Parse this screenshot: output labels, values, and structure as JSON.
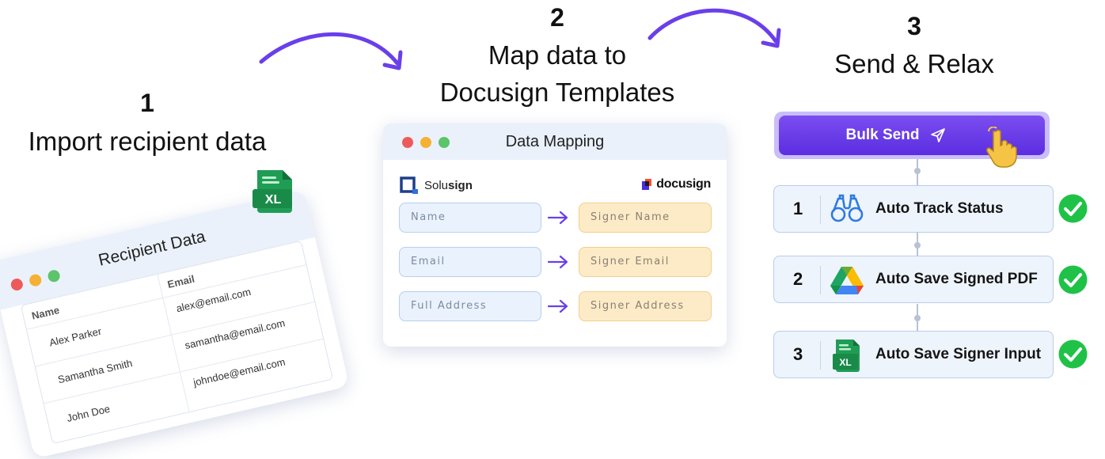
{
  "step1": {
    "number": "1",
    "title": "Import recipient data"
  },
  "step2": {
    "number": "2",
    "title_line1": "Map data to",
    "title_line2": "Docusign Templates"
  },
  "step3": {
    "number": "3",
    "title": "Send & Relax"
  },
  "recipient_card": {
    "title": "Recipient Data",
    "columns": [
      "Name",
      "Email"
    ],
    "rows": [
      {
        "name": "Alex Parker",
        "email": "alex@email.com"
      },
      {
        "name": "Samantha Smith",
        "email": "samantha@email.com"
      },
      {
        "name": "John Doe",
        "email": "johndoe@email.com"
      }
    ],
    "file_badge": "XL"
  },
  "mapping_card": {
    "title": "Data Mapping",
    "source_logo_prefix": "Solu",
    "source_logo_suffix": "sign",
    "target_logo": "docusign",
    "mappings": [
      {
        "source": "Name",
        "target": "Signer Name"
      },
      {
        "source": "Email",
        "target": "Signer Email"
      },
      {
        "source": "Full Address",
        "target": "Signer Address"
      }
    ]
  },
  "bulk_send": {
    "label": "Bulk Send",
    "icon": "paper-plane-icon",
    "cursor": "pointing-hand-icon"
  },
  "automations": [
    {
      "number": "1",
      "label": "Auto Track Status",
      "icon": "binoculars-icon"
    },
    {
      "number": "2",
      "label": "Auto Save Signed PDF",
      "icon": "google-drive-icon"
    },
    {
      "number": "3",
      "label": "Auto Save Signer Input",
      "icon": "excel-xl-icon",
      "badge": "XL"
    }
  ],
  "colors": {
    "accent_purple": "#6a3fea",
    "check_green": "#1fc247",
    "header_blue": "#eaf1fb",
    "target_field_orange": "#fdebc8"
  }
}
